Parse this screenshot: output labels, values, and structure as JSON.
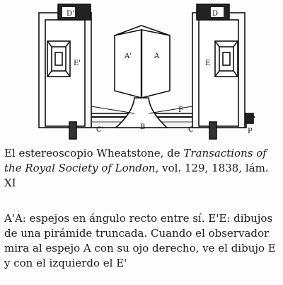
{
  "figure": {
    "labels": {
      "d_prime": "D'",
      "d": "D",
      "e_prime": "E'",
      "e": "E",
      "a_prime": "A'",
      "a": "A",
      "b": "B",
      "c_prime": "C'",
      "c": "C",
      "f": "F",
      "p": "P"
    }
  },
  "caption": {
    "part1": "El estereoscopio Wheatstone, de ",
    "source_italic": "Transactions of the Royal Society of London",
    "part2": ", vol. 129, 1838, lám. XI"
  },
  "legend": {
    "text": "A'A: espejos en ángulo recto entre sí. E'E: dibujos de una pirámide truncada. Cuando el observador mira al espejo A con su ojo derecho, ve el dibujo E y con el izquierdo el E'"
  }
}
